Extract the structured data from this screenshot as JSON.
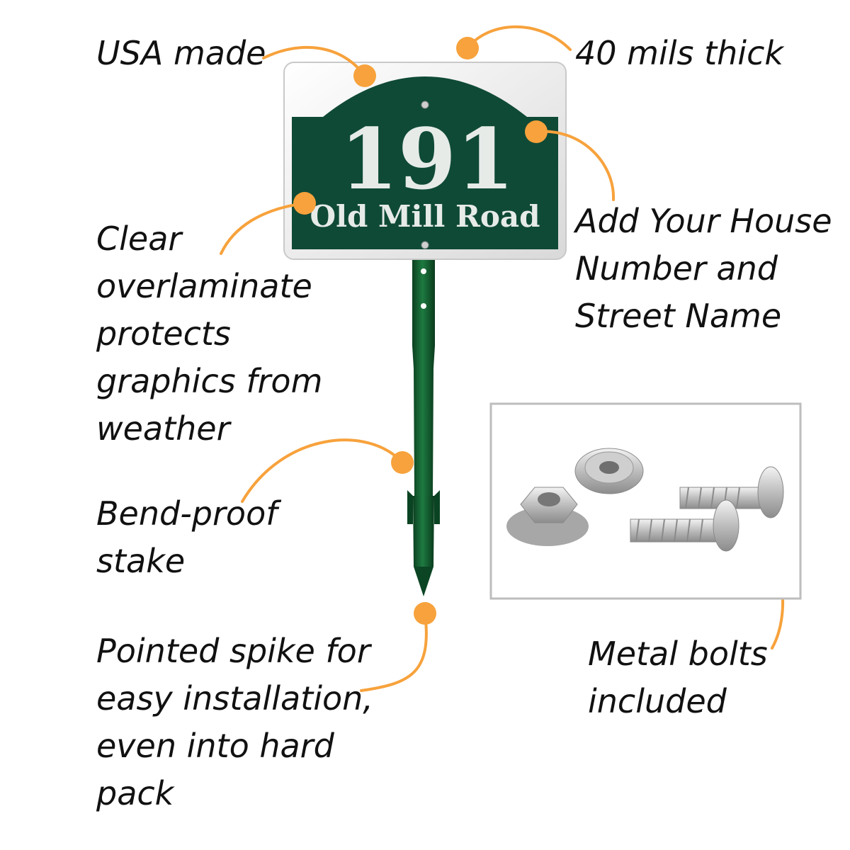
{
  "sign": {
    "number": "191",
    "street": "Old Mill Road",
    "panel_color": "#0f4a36",
    "text_color": "#e6ebe8",
    "border_color": "#dcdcdc"
  },
  "callouts": {
    "usa_made": "USA made",
    "thickness": "40 mils thick",
    "custom_text": "Add Your House\nNumber and\nStreet Name",
    "overlaminate": "Clear\noverlaminate\nprotects\ngraphics from\nweather",
    "stake": "Bend-proof\nstake",
    "spike": "Pointed spike for\neasy installation,\neven into hard\npack",
    "bolts": "Metal bolts\nincluded"
  },
  "colors": {
    "callout_orange": "#f7a23c",
    "stake_green": "#0e5a2d"
  },
  "icons": {
    "bolt_kit": "hardware-bolts-image"
  }
}
